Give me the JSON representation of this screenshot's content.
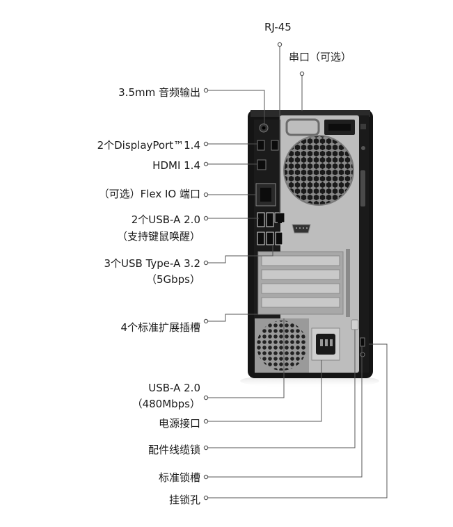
{
  "labels": {
    "rj45": "RJ-45",
    "serial": "串口（可选）",
    "audio": "3.5mm 音频输出",
    "displayport": "2个DisplayPort™1.4",
    "hdmi": "HDMI 1.4",
    "flexio": "（可选）Flex IO 端口",
    "usb20_top_line1": "2个USB-A 2.0",
    "usb20_top_line2": "（支持键鼠唤醒）",
    "usb32_line1": "3个USB Type-A 3.2",
    "usb32_line2": "（5Gbps）",
    "expansion": "4个标准扩展插槽",
    "usb20_bottom_line1": "USB-A 2.0",
    "usb20_bottom_line2": "（480Mbps）",
    "power": "电源接口",
    "cable_lock": "配件线缆锁",
    "std_lock_slot": "标准锁槽",
    "padlock_hole": "挂锁孔"
  },
  "colors": {
    "chassis": "#141414",
    "panel": "#bdbdbd",
    "line": "#555555"
  }
}
